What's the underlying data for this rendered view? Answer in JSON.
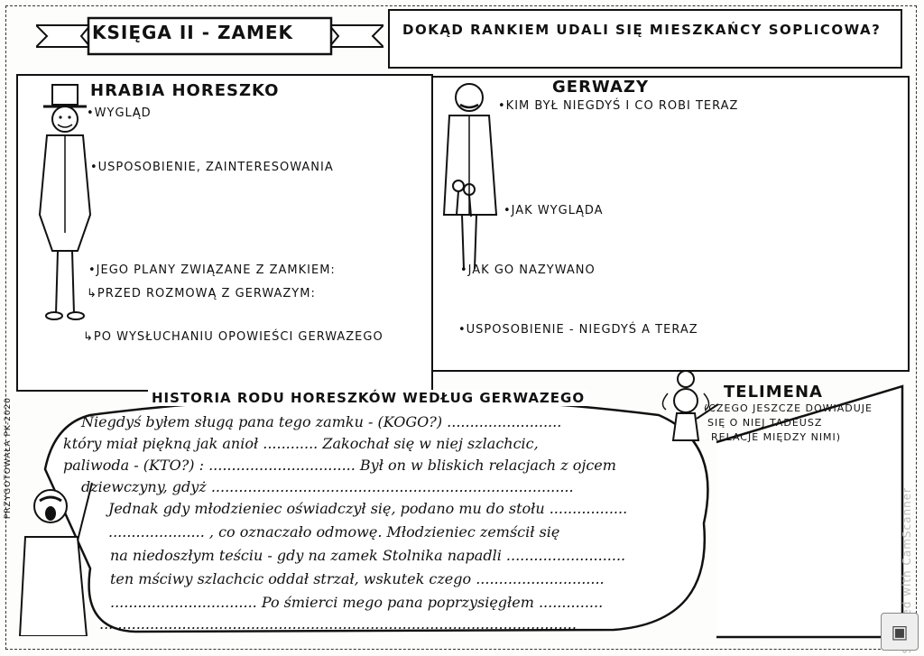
{
  "banner": {
    "title": "KSIĘGA II - ZAMEK"
  },
  "question": {
    "text": "DOKĄD RANKIEM UDALI SIĘ MIESZKAŃCY SOPLICOWA?"
  },
  "hrabia": {
    "title": "HRABIA HORESZKO",
    "bullets": {
      "wyglad": "•WYGLĄD",
      "usposobienie": "•USPOSOBIENIE, ZAINTERESOWANIA",
      "plany": "•JEGO PLANY ZWIĄZANE Z ZAMKIEM:",
      "przed": "↳PRZED ROZMOWĄ Z GERWAZYM:",
      "po": "↳PO WYSŁUCHANIU OPOWIEŚCI GERWAZEGO"
    }
  },
  "gerwazy": {
    "title": "GERWAZY",
    "bullets": {
      "kim": "•KIM BYŁ NIEGDYŚ I CO ROBI TERAZ",
      "wyglad": "•JAK WYGLĄDA",
      "nazywano": "•JAK GO NAZYWANO",
      "usposobienie": "•USPOSOBIENIE - NIEGDYŚ A TERAZ"
    }
  },
  "story": {
    "title": "HISTORIA RODU HORESZKÓW WEDŁUG GERWAZEGO",
    "lines": [
      "Niegdyś byłem sługą pana tego zamku - (KOGO?) .........................",
      "który miał piękną jak anioł ............ Zakochał się w niej szlachcic,",
      "paliwoda - (KTO?) : ................................ Był on w bliskich relacjach z ojcem",
      "dziewczyny, gdyż ...............................................................................",
      "Jednak gdy młodzieniec oświadczył się, podano mu do stołu .................",
      "..................... , co oznaczało odmowę. Młodzieniec zemścił się",
      "na niedoszłym teściu - gdy na zamek Stolnika napadli ..........................",
      "ten mściwy szlachcic oddał strzał, wskutek czego ............................",
      "................................ Po śmierci mego pana poprzysięgłem ..............",
      "........................................................................................................"
    ]
  },
  "telimena": {
    "title": "TELIMENA",
    "subtitle_lines": [
      "(CZEGO JESZCZE DOWIADUJE",
      "SIĘ O NIEJ TADEUSZ",
      "RELACJE MIĘDZY NIMI)"
    ]
  },
  "scan": {
    "text": "Scanned with CamScanner"
  },
  "author": {
    "note": "PRZYGOTOWAŁA PK-2020"
  }
}
